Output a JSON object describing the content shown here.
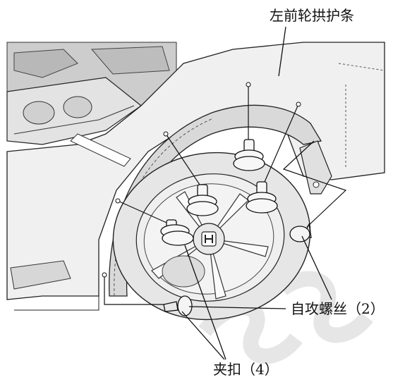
{
  "labels": {
    "fender_liner": "左前轮拱护条",
    "self_tapping_screw": "自攻螺丝（2）",
    "clip": "夹扣（4）"
  },
  "colors": {
    "body_panel": "#f2f2f2",
    "dark_bay": "#cfcfcf",
    "outline": "#222222",
    "tire": "#e4e4e4",
    "rim": "#ececec",
    "watermark": "#dddddd"
  },
  "icons": {
    "clip_part": "clip-icon",
    "screw_part": "screw-icon",
    "honda_logo": "honda-logo-icon"
  }
}
